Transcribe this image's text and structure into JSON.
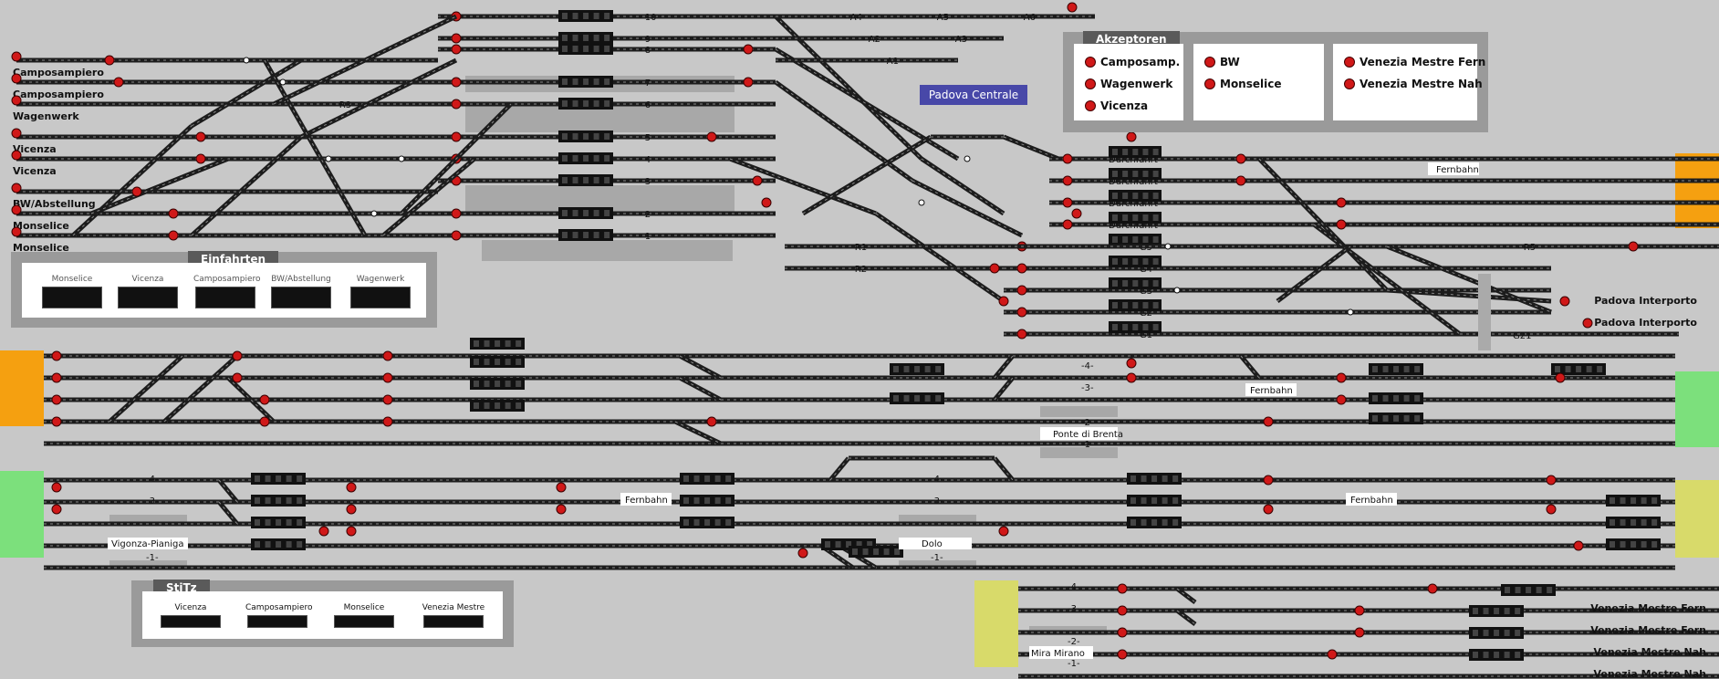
{
  "station_title": "Padova Centrale",
  "colors": {
    "orange": "#f5a010",
    "green": "#7ce07c",
    "yellow": "#d8da6a",
    "signal_red": "#d01818",
    "track": "#1c1c1c",
    "title_bg": "#4848a8"
  },
  "entries_left": [
    "Camposampiero",
    "Camposampiero",
    "Wagenwerk",
    "Vicenza",
    "Vicenza",
    "BW/Abstellung",
    "Monselice",
    "Monselice"
  ],
  "padova_tracks": [
    "10",
    "9",
    "8",
    "7",
    "6",
    "5",
    "4",
    "3",
    "2",
    "1"
  ],
  "routes_top": [
    "A4",
    "A5",
    "A6",
    "A2",
    "A3",
    "A1"
  ],
  "route_r": [
    "R3",
    "R1",
    "R2",
    "R5"
  ],
  "durchfahrt": [
    "Durchfahrt",
    "Durchfahrt",
    "Durchfahrt",
    "Durchfahrt"
  ],
  "g_tracks": [
    "G5",
    "G4",
    "G3",
    "G2",
    "G1",
    "G21"
  ],
  "padova_interporto": [
    "Padova Interporto",
    "Padova Interporto"
  ],
  "akzeptoren": {
    "title": "Akzeptoren",
    "col1": [
      "Camposamp.",
      "Wagenwerk",
      "Vicenza"
    ],
    "col2": [
      "BW",
      "Monselice"
    ],
    "col3": [
      "Venezia Mestre Fern",
      "Venezia Mestre Nah"
    ]
  },
  "einfahrten": {
    "title": "Einfahrten",
    "labels": [
      "Monselice",
      "Vicenza",
      "Camposampiero",
      "BW/Abstellung",
      "Wagenwerk"
    ]
  },
  "stilz": {
    "title": "StiTz",
    "labels": [
      "Vicenza",
      "Camposampiero",
      "Monselice",
      "Venezia Mestre"
    ]
  },
  "fernbahn_label": "Fernbahn",
  "section2": {
    "station": "Ponte di Brenta",
    "tracks": [
      "4",
      "3",
      "2",
      "1"
    ]
  },
  "section3": {
    "stations": [
      "Vigonza-Pianiga",
      "Dolo"
    ],
    "tracks": [
      "4",
      "3",
      "2",
      "1"
    ]
  },
  "section4": {
    "station": "Mira Mirano",
    "tracks": [
      "4",
      "3",
      "2",
      "1"
    ],
    "exits": [
      "Venezia Mestre Fern",
      "Venezia Mestre Fern",
      "Venezia Mestre Nah",
      "Venezia Mestre Nah"
    ]
  }
}
